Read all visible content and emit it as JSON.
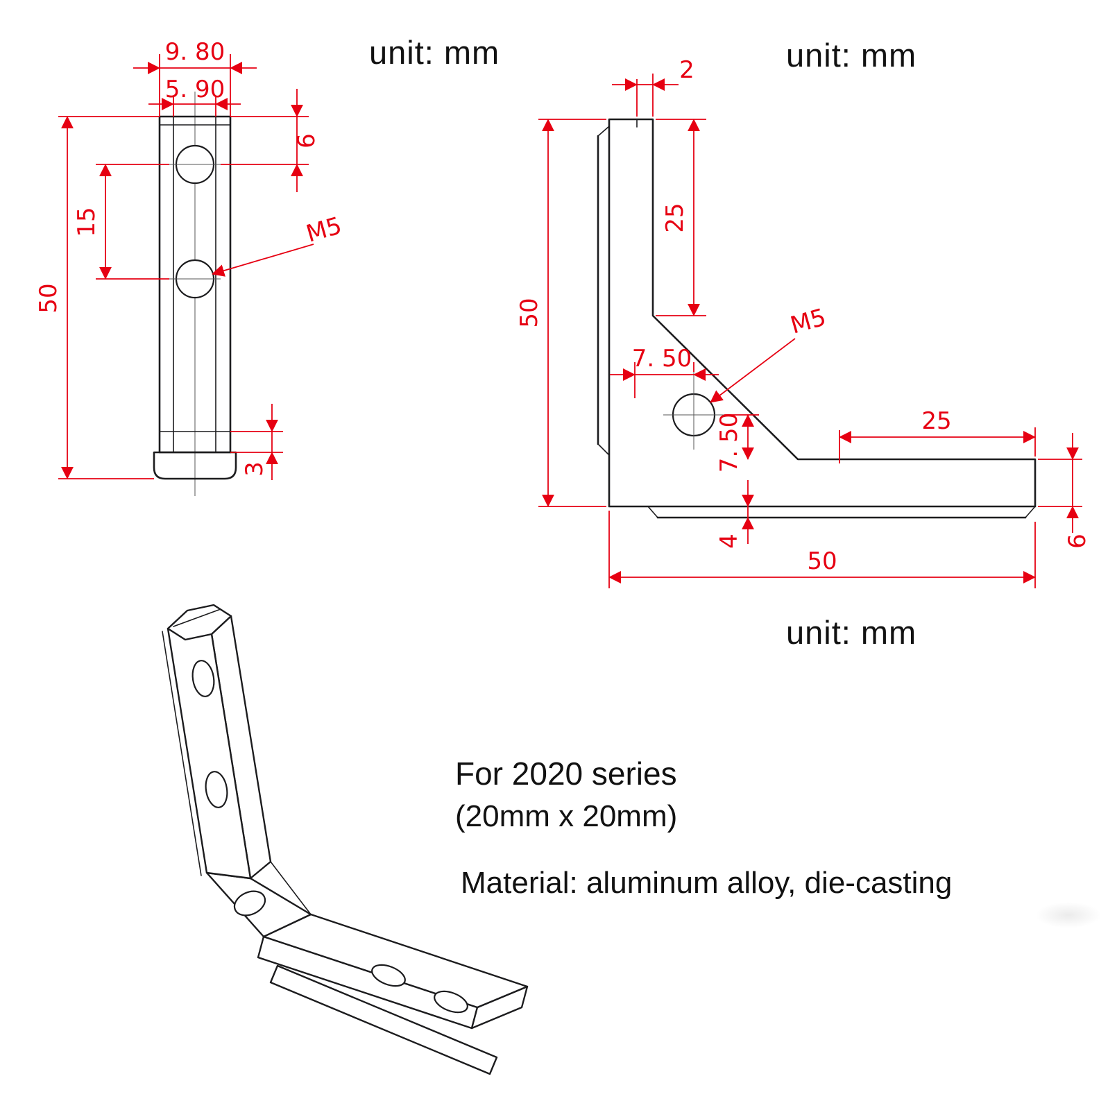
{
  "colors": {
    "dimension_red": "#e60012",
    "line_black": "#1c1c1e"
  },
  "units": {
    "top_center": "unit: mm",
    "top_right": "unit: mm",
    "mid_right": "unit: mm"
  },
  "front_view": {
    "dim_width_outer": "9. 80",
    "dim_width_inner": "5. 90",
    "dim_hole_offset_top": "6",
    "dim_hole_spacing": "15",
    "dim_overall_height": "50",
    "dim_foot_height": "3",
    "thread_label": "M5"
  },
  "side_view": {
    "dim_tongue_width": "2",
    "dim_hole_offset_top": "25",
    "dim_overall_height": "50",
    "dim_hole_offset_x": "7. 50",
    "thread_label": "M5",
    "dim_hole_offset_end": "25",
    "dim_hole_offset_y": "7. 50",
    "dim_foot_step": "4",
    "dim_overall_width": "50",
    "dim_leg_thickness": "6"
  },
  "notes": {
    "series": "For 2020 series",
    "size": "(20mm x 20mm)",
    "material": "Material: aluminum alloy, die-casting"
  }
}
